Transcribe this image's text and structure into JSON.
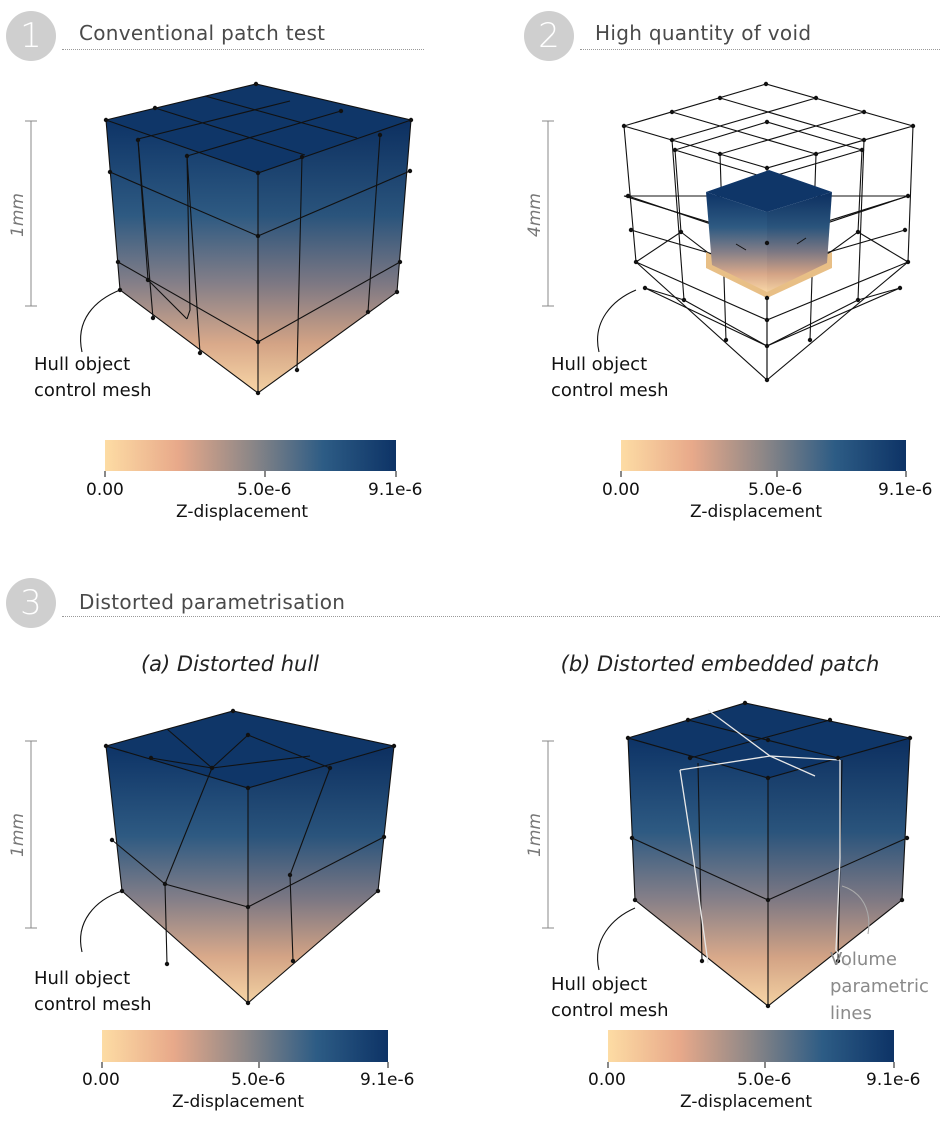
{
  "sections": [
    {
      "number": "1",
      "title": "Conventional patch test"
    },
    {
      "number": "2",
      "title": "High quantity of void"
    },
    {
      "number": "3",
      "title": "Distorted parametrisation"
    }
  ],
  "subcaptions": {
    "a": "(a) Distorted hull",
    "b": "(b) Distorted embedded patch"
  },
  "panels": {
    "p1": {
      "dimension": "1mm",
      "hull_line1": "Hull object",
      "hull_line2": "control mesh"
    },
    "p2": {
      "dimension": "4mm",
      "hull_line1": "Hull object",
      "hull_line2": "control mesh"
    },
    "p3": {
      "dimension": "1mm",
      "hull_line1": "Hull object",
      "hull_line2": "control mesh"
    },
    "p4": {
      "dimension": "1mm",
      "hull_line1": "Hull object",
      "hull_line2": "control mesh",
      "volume_line1": "Volume",
      "volume_line2": "parametric",
      "volume_line3": "lines"
    }
  },
  "colorbar": {
    "tick_min": "0.00",
    "tick_mid": "5.0e-6",
    "tick_max": "9.1e-6",
    "label": "Z-displacement",
    "color_low": "#fddca4",
    "color_mid": "#8d8787",
    "color_high": "#0d3366"
  }
}
